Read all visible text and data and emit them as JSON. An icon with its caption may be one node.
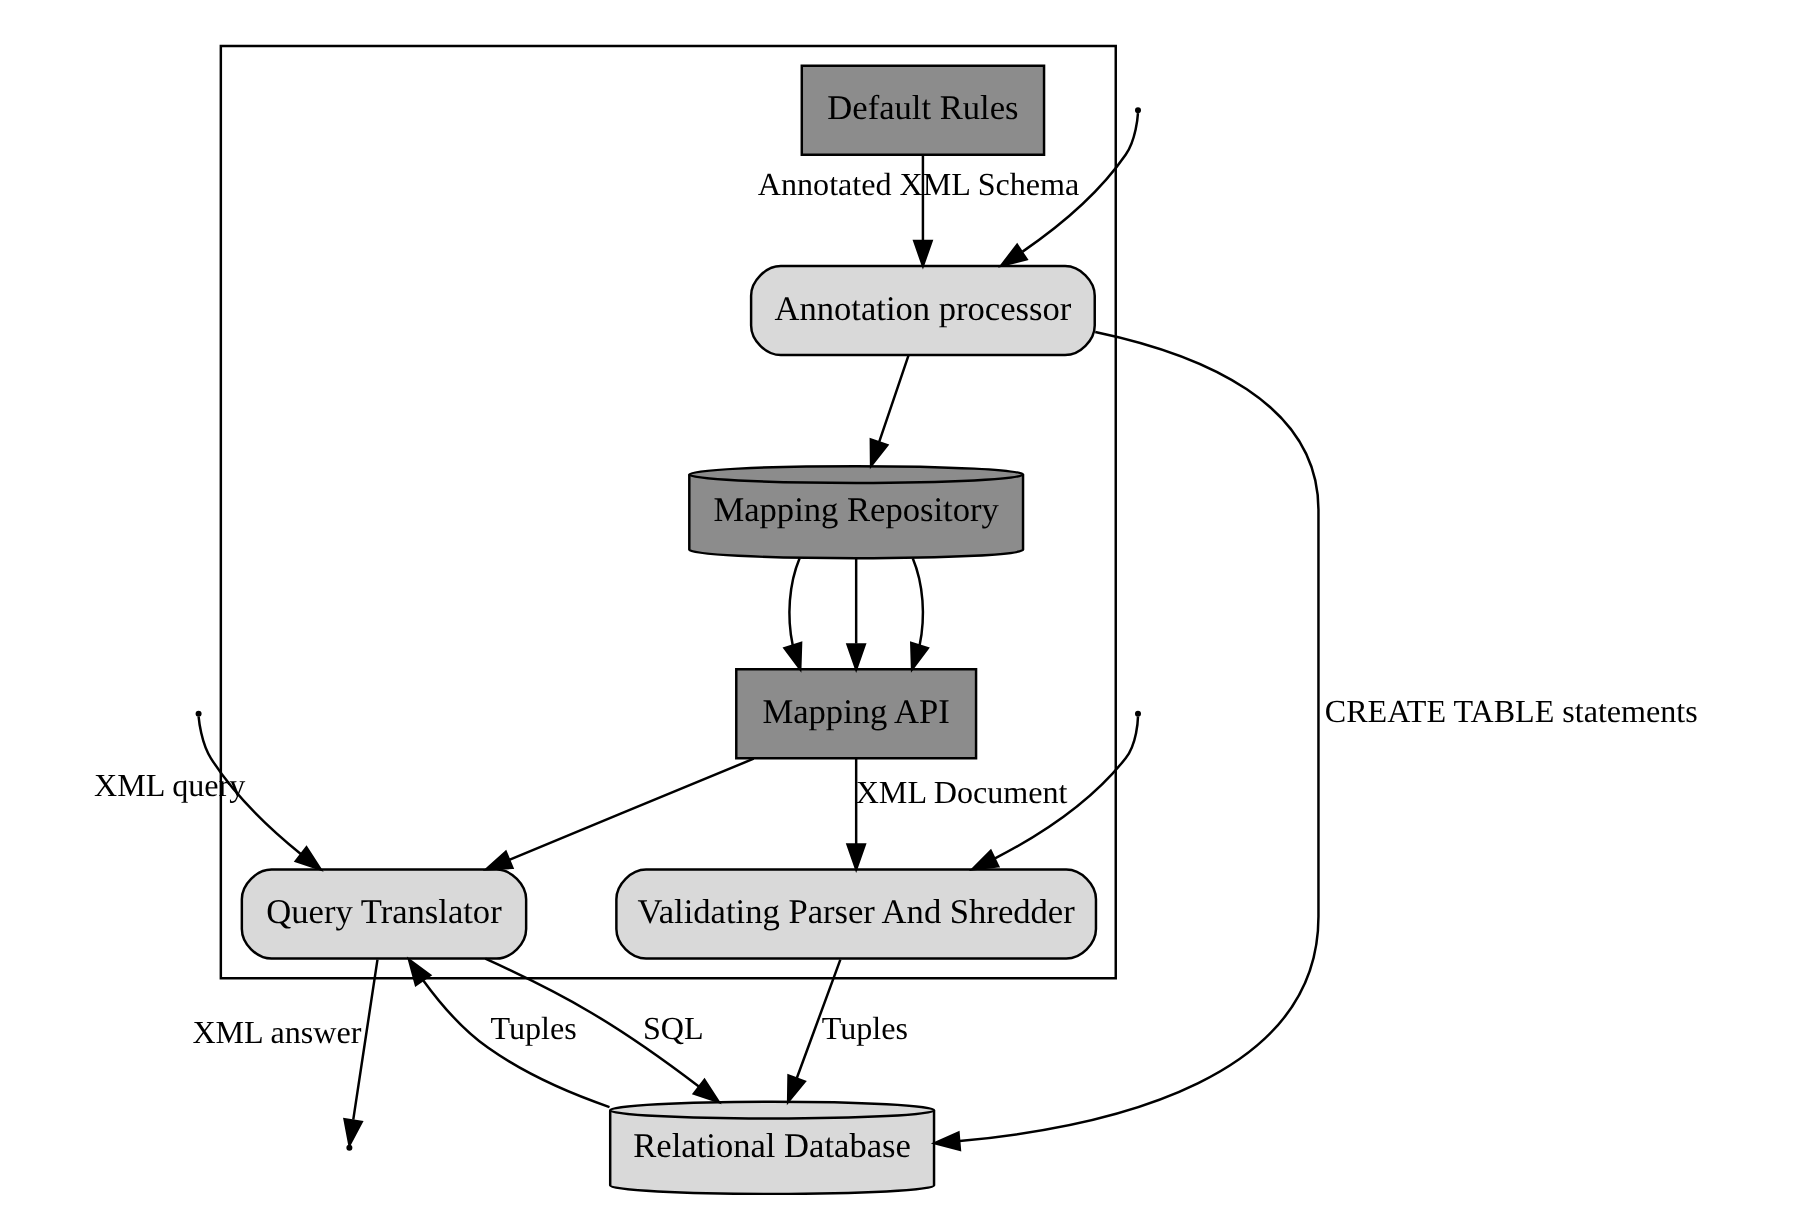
{
  "diagram": {
    "nodes": [
      {
        "text": [],
        "shape": "box"
      },
      {
        "text": [
          "Annotation processor"
        ],
        "in": 0
      },
      {
        "text": [
          "Mapping Repository"
        ],
        "in": 0
      },
      {
        "text": [
          "Default Rules"
        ],
        "in": 0
      },
      {
        "text": [
          "Mapping API"
        ],
        "in": 0
      },
      {
        "text": [
          "Validating Parser And Shredder"
        ],
        "in": 0
      },
      {
        "text": [
          "Query Translator"
        ],
        "in": 0
      },
      {
        "text": [
          "Relational Database"
        ]
      }
    ],
    "edges": [
      {
        "from": null,
        "to": 1,
        "arrow": "to",
        "label": "Annotated XML Schema"
      },
      {
        "from": 1,
        "to": 2,
        "arrow": "to"
      },
      {
        "from": 3,
        "to": 1,
        "arrow": "to"
      },
      {
        "from": 2,
        "to": 4,
        "arrow": "to"
      },
      {
        "from": 2,
        "to": 4,
        "arrow": "to"
      },
      {
        "from": 2,
        "to": 4,
        "arrow": "to"
      },
      {
        "from": 4,
        "to": 5,
        "arrow": "to"
      },
      {
        "from": 4,
        "to": 6,
        "arrow": "to"
      },
      {
        "from": null,
        "to": 5,
        "arrow": "to",
        "label": "XML Document"
      },
      {
        "from": null,
        "to": 6,
        "arrow": "to",
        "label": "XML query"
      },
      {
        "from": 6,
        "to": null,
        "arrow": "to",
        "label": "XML answer"
      },
      {
        "from": 5,
        "to": 7,
        "arrow": "to",
        "label": "Tuples"
      },
      {
        "from": 7,
        "to": 6,
        "arrow": "to",
        "label": "Tuples"
      },
      {
        "from": 1,
        "to": 7,
        "arrow": "to",
        "label": "CREATE TABLE statements"
      },
      {
        "from": 6,
        "to": 7,
        "arrow": "to",
        "label": "SQL"
      }
    ]
  }
}
